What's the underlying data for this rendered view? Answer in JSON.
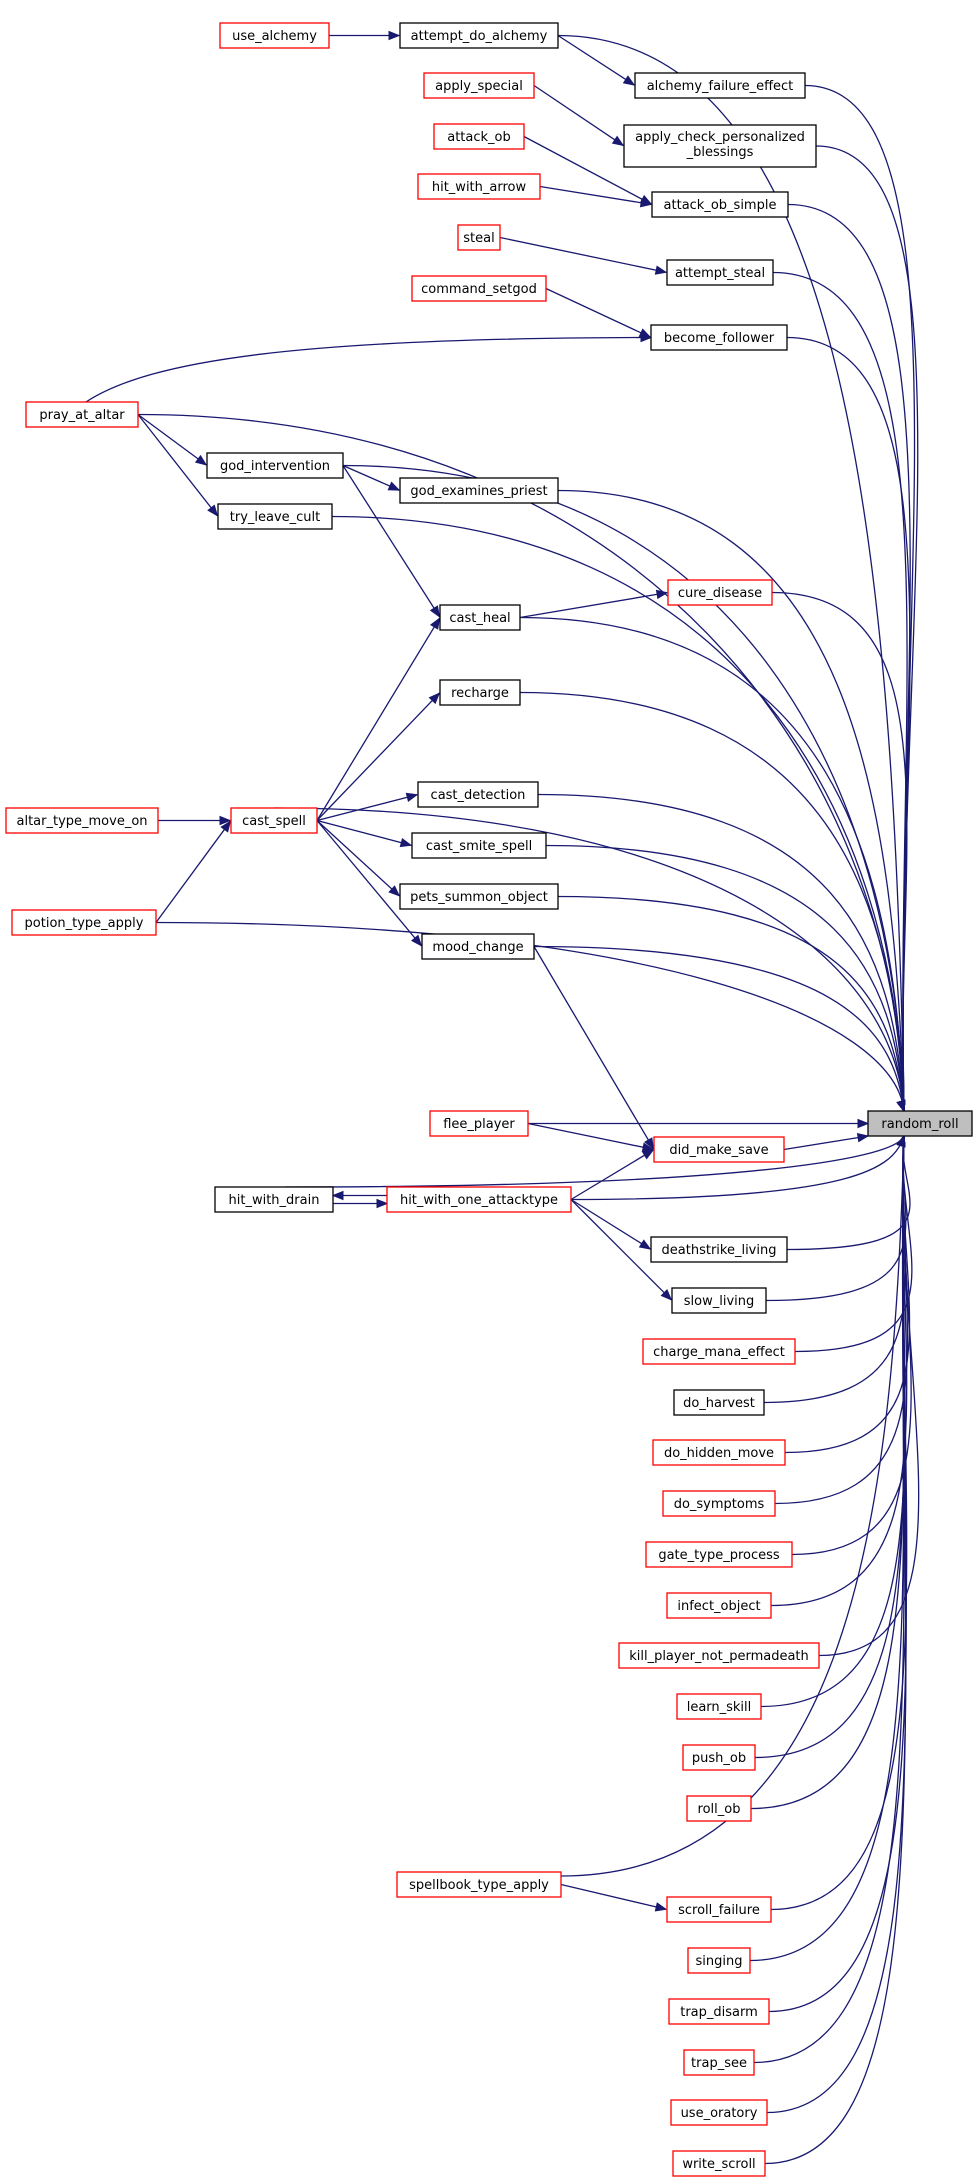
{
  "colors": {
    "edge": "#191970",
    "caller_border_red": "#ff0000",
    "border_black": "#000000",
    "target_fill": "#bfbfbf"
  },
  "nodes": {
    "use_alchemy": "use_alchemy",
    "attempt_do_alchemy": "attempt_do_alchemy",
    "alchemy_failure_effect": "alchemy_failure_effect",
    "apply_special": "apply_special",
    "apply_check_personalized_blessings_1": "apply_check_personalized",
    "apply_check_personalized_blessings_2": "_blessings",
    "attack_ob": "attack_ob",
    "hit_with_arrow": "hit_with_arrow",
    "attack_ob_simple": "attack_ob_simple",
    "steal": "steal",
    "attempt_steal": "attempt_steal",
    "command_setgod": "command_setgod",
    "become_follower": "become_follower",
    "pray_at_altar": "pray_at_altar",
    "god_intervention": "god_intervention",
    "god_examines_priest": "god_examines_priest",
    "try_leave_cult": "try_leave_cult",
    "cure_disease": "cure_disease",
    "cast_heal": "cast_heal",
    "recharge": "recharge",
    "altar_type_move_on": "altar_type_move_on",
    "cast_spell": "cast_spell",
    "cast_detection": "cast_detection",
    "cast_smite_spell": "cast_smite_spell",
    "pets_summon_object": "pets_summon_object",
    "potion_type_apply": "potion_type_apply",
    "mood_change": "mood_change",
    "flee_player": "flee_player",
    "random_roll": "random_roll",
    "did_make_save": "did_make_save",
    "hit_with_drain": "hit_with_drain",
    "hit_with_one_attacktype": "hit_with_one_attacktype",
    "deathstrike_living": "deathstrike_living",
    "slow_living": "slow_living",
    "charge_mana_effect": "charge_mana_effect",
    "do_harvest": "do_harvest",
    "do_hidden_move": "do_hidden_move",
    "do_symptoms": "do_symptoms",
    "gate_type_process": "gate_type_process",
    "infect_object": "infect_object",
    "kill_player_not_permadeath": "kill_player_not_permadeath",
    "learn_skill": "learn_skill",
    "push_ob": "push_ob",
    "roll_ob": "roll_ob",
    "spellbook_type_apply": "spellbook_type_apply",
    "scroll_failure": "scroll_failure",
    "singing": "singing",
    "trap_disarm": "trap_disarm",
    "trap_see": "trap_see",
    "use_oratory": "use_oratory",
    "write_scroll": "write_scroll"
  }
}
